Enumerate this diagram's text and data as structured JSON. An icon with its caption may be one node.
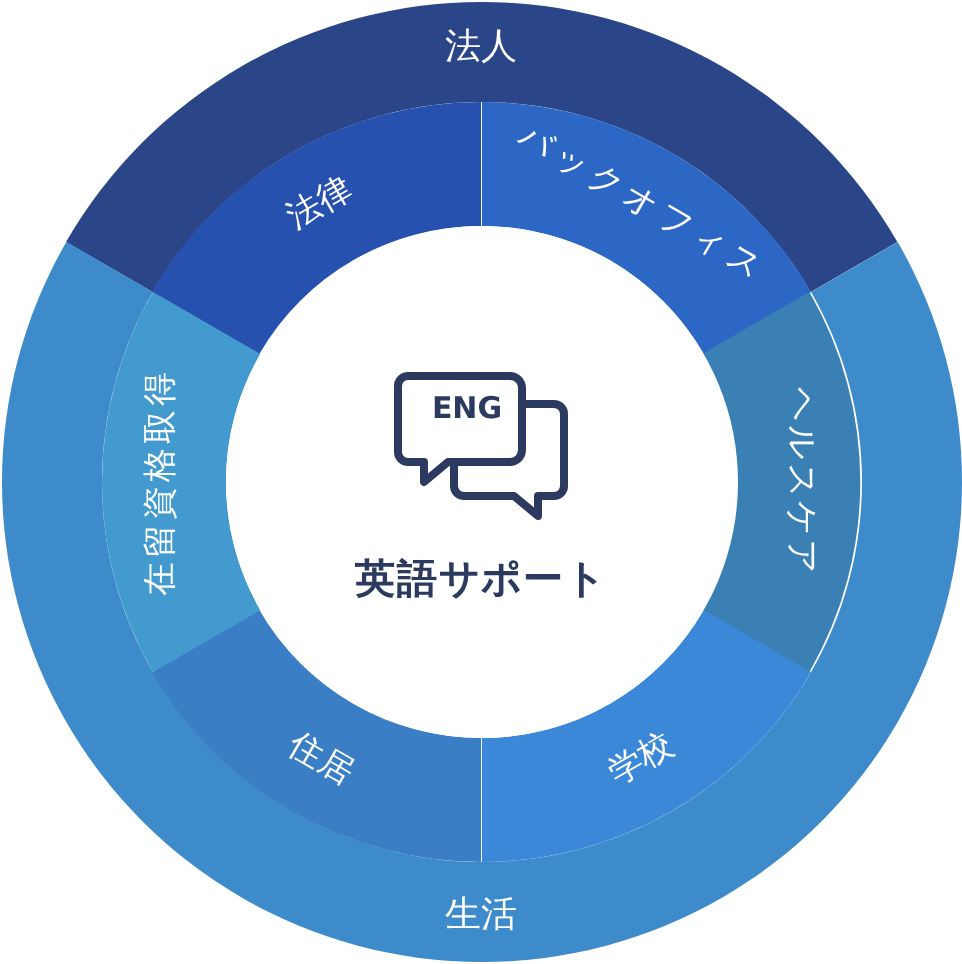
{
  "diagram": {
    "nodes": [
      {
        "text": [
          "法人"
        ]
      },
      {
        "text": [
          "生活"
        ]
      },
      {
        "text": [
          "法律"
        ]
      },
      {
        "text": [
          "バックオフィス"
        ]
      },
      {
        "text": [
          "ヘルスケア"
        ]
      },
      {
        "text": [
          "学校"
        ]
      },
      {
        "text": [
          "住居"
        ]
      },
      {
        "text": [
          "在留資格取得"
        ]
      },
      {
        "text": [
          "英語サポート"
        ]
      }
    ],
    "labels": [
      "ENG"
    ]
  }
}
